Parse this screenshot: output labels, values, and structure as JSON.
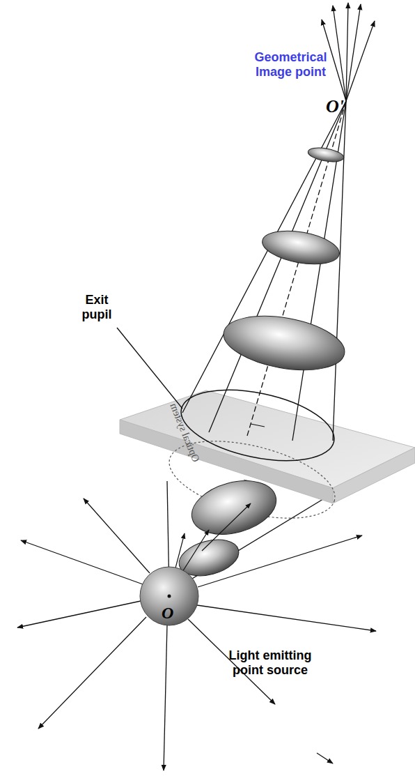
{
  "diagram": {
    "labels": [
      "Geometrical Image point",
      "O'",
      "Exit pupil",
      "Optical system",
      "O",
      "Light emitting point source"
    ]
  }
}
